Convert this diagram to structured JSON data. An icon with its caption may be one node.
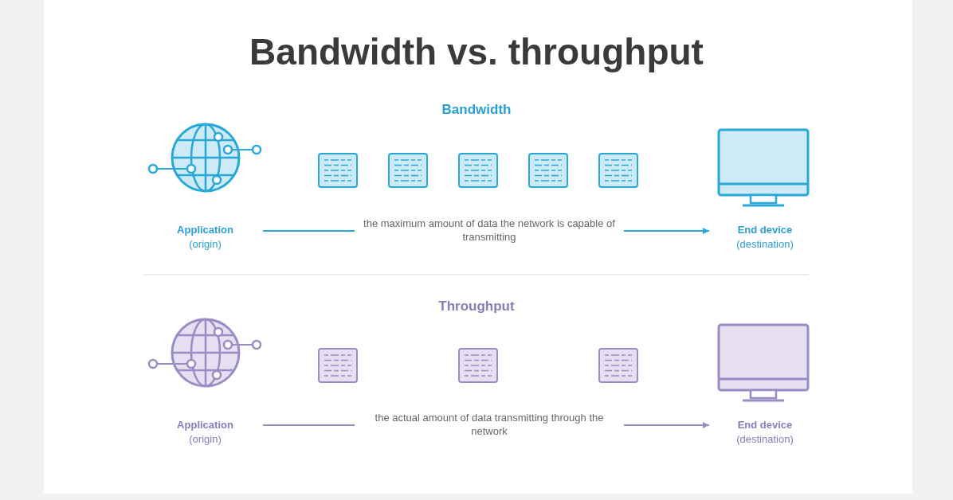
{
  "diagram": {
    "title": "Bandwidth vs. throughput",
    "nodes": [
      {
        "text": [
          "Application",
          "(origin)"
        ]
      },
      {
        "text": [
          "End device",
          "(destination)"
        ]
      },
      {
        "text": [
          "Application",
          "(origin)"
        ]
      },
      {
        "text": [
          "End device",
          "(destination)"
        ]
      }
    ],
    "edges": [
      {
        "from": 0,
        "to": 1,
        "arrow": "to",
        "label": "the maximum amount of data the network is capable of transmitting",
        "color": "#29a8d8"
      },
      {
        "from": 2,
        "to": 3,
        "arrow": "to",
        "label": "the actual amount of data transmitting through the network",
        "color": "#9a8cc4"
      }
    ],
    "labels": [
      "Bandwidth",
      "Throughput"
    ]
  }
}
